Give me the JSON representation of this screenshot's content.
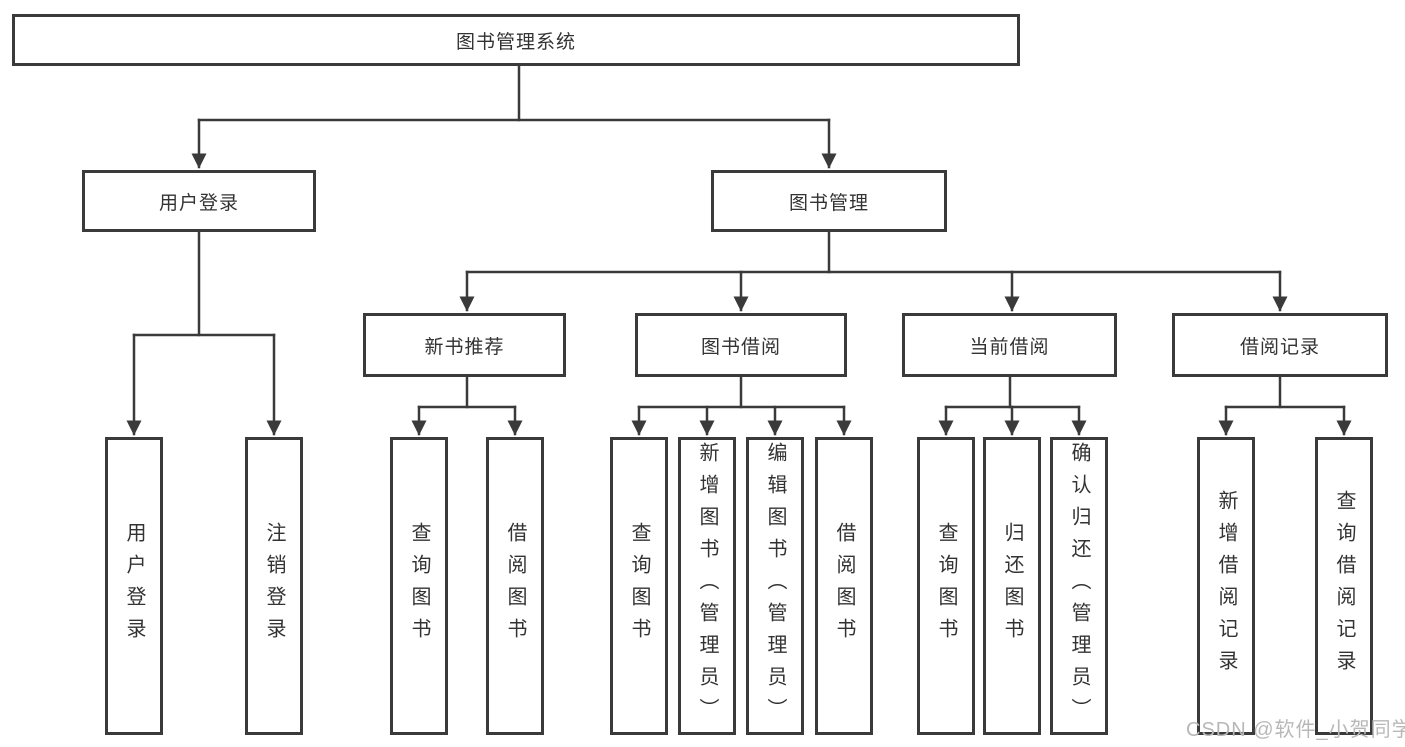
{
  "title": "图书管理系统",
  "tree": {
    "root": {
      "label": "图书管理系统",
      "children": [
        {
          "label": "用户登录",
          "children": [
            {
              "label": "用户登录"
            },
            {
              "label": "注销登录"
            }
          ]
        },
        {
          "label": "图书管理",
          "children": [
            {
              "label": "新书推荐",
              "children": [
                {
                  "label": "查询图书"
                },
                {
                  "label": "借阅图书"
                }
              ]
            },
            {
              "label": "图书借阅",
              "children": [
                {
                  "label": "查询图书"
                },
                {
                  "label": "新增图书（管理员）"
                },
                {
                  "label": "编辑图书（管理员）"
                },
                {
                  "label": "借阅图书"
                }
              ]
            },
            {
              "label": "当前借阅",
              "children": [
                {
                  "label": "查询图书"
                },
                {
                  "label": "归还图书"
                },
                {
                  "label": "确认归还（管理员）"
                }
              ]
            },
            {
              "label": "借阅记录",
              "children": [
                {
                  "label": "新增借阅记录"
                },
                {
                  "label": "查询借阅记录"
                }
              ]
            }
          ]
        }
      ]
    }
  },
  "watermark": "CSDN @软件_小贺同学",
  "colors": {
    "line": "#3a3a3a",
    "text": "#333333",
    "background": "#ffffff",
    "watermark": "#b8b8b8"
  }
}
